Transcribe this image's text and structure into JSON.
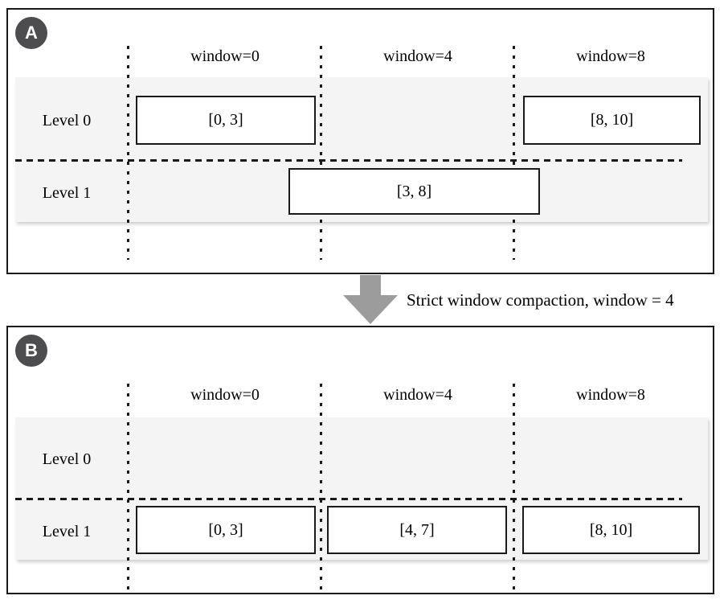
{
  "figure": {
    "arrow_caption": "Strict window compaction, window = 4"
  },
  "panel_a": {
    "badge": "A",
    "headers": [
      "window=0",
      "window=4",
      "window=8"
    ],
    "level0": {
      "label": "Level 0",
      "box_window0": "[0, 3]",
      "box_window8": "[8, 10]"
    },
    "level1": {
      "label": "Level 1",
      "box_span": "[3, 8]"
    }
  },
  "panel_b": {
    "badge": "B",
    "headers": [
      "window=0",
      "window=4",
      "window=8"
    ],
    "level0": {
      "label": "Level 0"
    },
    "level1": {
      "label": "Level 1",
      "box_window0": "[0, 3]",
      "box_window4": "[4, 7]",
      "box_window8": "[8, 10]"
    }
  },
  "colors": {
    "panel_border": "#1a1a1a",
    "row_band": "#f4f4f4",
    "badge_bg": "#4d4d4f",
    "arrow": "#9c9c9c"
  }
}
